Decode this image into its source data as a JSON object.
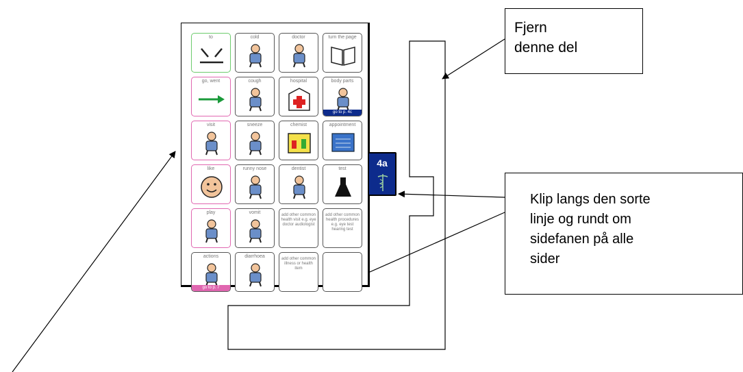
{
  "callouts": {
    "remove_part": [
      "Fjern",
      "denne del"
    ],
    "cut_instruction": [
      "Klip langs  den sorte",
      "linje og rundt om",
      "sidefanen på alle",
      "sider"
    ]
  },
  "tab": {
    "label": "4a",
    "icon": "caduceus-icon",
    "color": "#0d2b8c"
  },
  "board": {
    "cells": [
      {
        "row": 0,
        "col": 0,
        "label": "to",
        "icon": "arrows-inward-icon",
        "border": "green"
      },
      {
        "row": 0,
        "col": 1,
        "label": "cold",
        "icon": "cold-person-icon",
        "border": "gray"
      },
      {
        "row": 0,
        "col": 2,
        "label": "doctor",
        "icon": "doctor-icon",
        "border": "gray"
      },
      {
        "row": 0,
        "col": 3,
        "label": "turn the page",
        "icon": "open-book-icon",
        "border": "gray"
      },
      {
        "row": 1,
        "col": 0,
        "label": "go, went",
        "icon": "green-arrow-right-icon",
        "border": "pink"
      },
      {
        "row": 1,
        "col": 1,
        "label": "cough",
        "icon": "coughing-person-icon",
        "border": "gray"
      },
      {
        "row": 1,
        "col": 2,
        "label": "hospital",
        "icon": "hospital-cross-icon",
        "border": "gray"
      },
      {
        "row": 1,
        "col": 3,
        "label": "body parts",
        "icon": "body-figure-icon",
        "border": "gray",
        "goto": "go to p. 4c",
        "goto_color": "#0d2b8c"
      },
      {
        "row": 2,
        "col": 0,
        "label": "visit",
        "icon": "visit-house-icon",
        "border": "pink"
      },
      {
        "row": 2,
        "col": 1,
        "label": "sneeze",
        "icon": "sneezing-person-icon",
        "border": "gray"
      },
      {
        "row": 2,
        "col": 2,
        "label": "chemist",
        "icon": "pharmacy-icon",
        "border": "gray"
      },
      {
        "row": 2,
        "col": 3,
        "label": "appointment",
        "icon": "calendar-icon",
        "border": "gray"
      },
      {
        "row": 3,
        "col": 0,
        "label": "like",
        "icon": "smiling-face-icon",
        "border": "pink"
      },
      {
        "row": 3,
        "col": 1,
        "label": "runny nose",
        "icon": "runny-nose-face-icon",
        "border": "gray"
      },
      {
        "row": 3,
        "col": 2,
        "label": "dentist",
        "icon": "dentist-icon",
        "border": "gray"
      },
      {
        "row": 3,
        "col": 3,
        "label": "test",
        "icon": "test-flask-icon",
        "border": "gray"
      },
      {
        "row": 4,
        "col": 0,
        "label": "play",
        "icon": "playing-person-icon",
        "border": "pink"
      },
      {
        "row": 4,
        "col": 1,
        "label": "vomit",
        "icon": "vomiting-person-icon",
        "border": "gray"
      },
      {
        "row": 4,
        "col": 2,
        "note": "add other common health visit e.g. eye doctor audiologist",
        "icon": "",
        "border": "gray"
      },
      {
        "row": 4,
        "col": 3,
        "note": "add other common health procedures e.g. eye test hearing test",
        "icon": "",
        "border": "gray"
      },
      {
        "row": 5,
        "col": 0,
        "label": "actions",
        "icon": "actions-icon",
        "border": "gray",
        "goto": "go to p. 7",
        "goto_color": "#e066b0"
      },
      {
        "row": 5,
        "col": 1,
        "label": "diarrhoea",
        "icon": "toilet-person-icon",
        "border": "gray"
      },
      {
        "row": 5,
        "col": 2,
        "note": "add other common illness or health item",
        "icon": "",
        "border": "gray"
      },
      {
        "row": 5,
        "col": 3,
        "label": "",
        "icon": "",
        "border": "gray"
      }
    ]
  },
  "colors": {
    "tab_blue": "#0d2b8c",
    "pink_border": "#e066b0",
    "green_border": "#6ccb6c"
  }
}
